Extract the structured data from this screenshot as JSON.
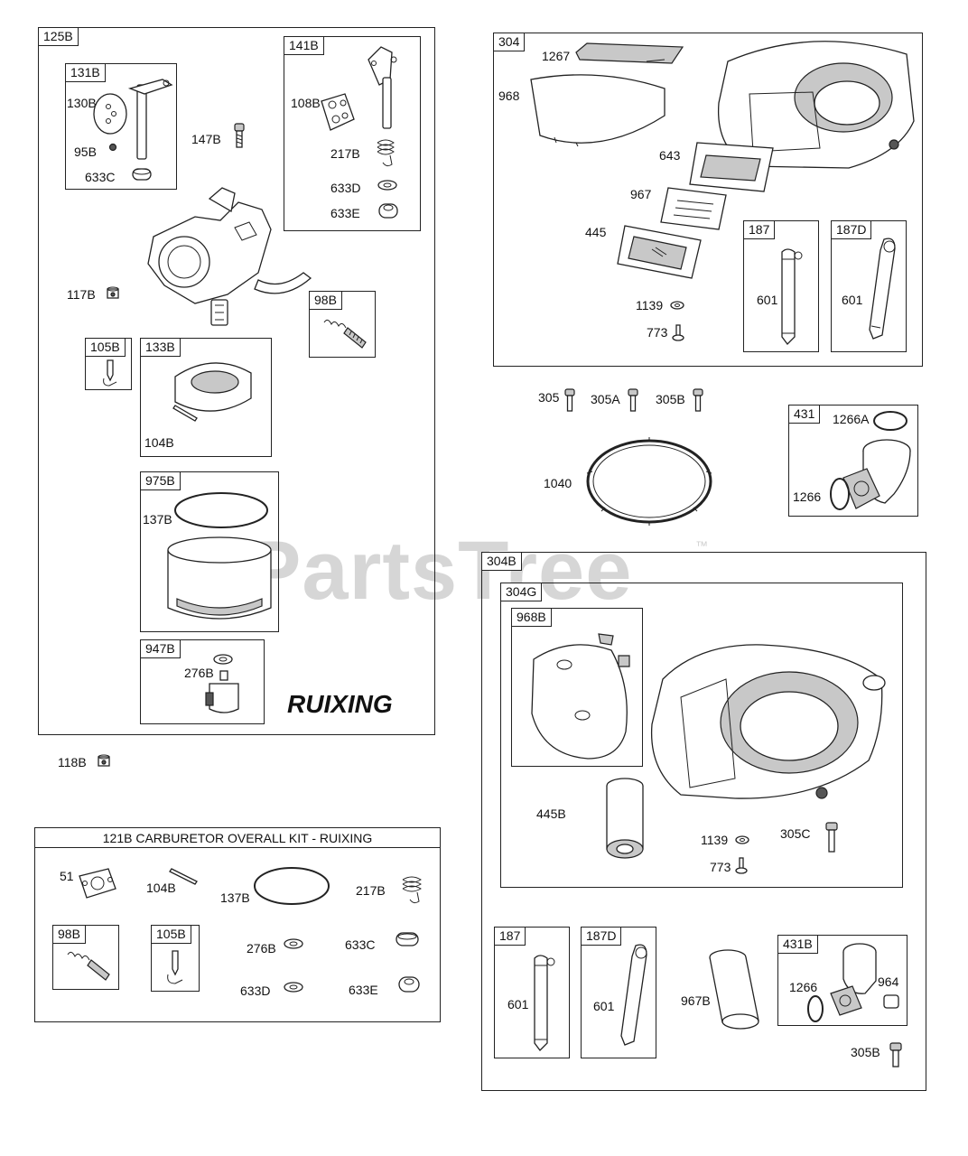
{
  "watermark": {
    "text": "PartsTree",
    "tm": "™"
  },
  "brand": "RUIXING",
  "boxes": {
    "b125B": "125B",
    "b131B": "131B",
    "b141B": "141B",
    "b98B": "98B",
    "b105B": "105B",
    "b133B": "133B",
    "b975B": "975B",
    "b947B": "947B",
    "b304": "304",
    "b187": "187",
    "b187D": "187D",
    "b431": "431",
    "b304B": "304B",
    "b304G": "304G",
    "b968B": "968B",
    "b187b": "187",
    "b187Db": "187D",
    "b431B": "431B",
    "kit98B": "98B",
    "kit105B": "105B"
  },
  "kit_title": "121B CARBURETOR OVERALL KIT - RUIXING",
  "labels": {
    "l130B": "130B",
    "l95B": "95B",
    "l633C": "633C",
    "l147B": "147B",
    "l108B": "108B",
    "l217B": "217B",
    "l633D": "633D",
    "l633E": "633E",
    "l117B": "117B",
    "l104B": "104B",
    "l137B": "137B",
    "l276B": "276B",
    "l118B": "118B",
    "l1267": "1267",
    "l968": "968",
    "l643": "643",
    "l967": "967",
    "l445": "445",
    "l1139": "1139",
    "l773": "773",
    "l601a": "601",
    "l601b": "601",
    "l305": "305",
    "l305A": "305A",
    "l305B": "305B",
    "l1040": "1040",
    "l1266A": "1266A",
    "l1266": "1266",
    "l445B": "445B",
    "l1139b": "1139",
    "l305C": "305C",
    "l773b": "773",
    "l601c": "601",
    "l601d": "601",
    "l967B": "967B",
    "l1266b": "1266",
    "l964": "964",
    "l305Bb": "305B",
    "k51": "51",
    "k104B": "104B",
    "k137B": "137B",
    "k217B": "217B",
    "k276B": "276B",
    "k633C": "633C",
    "k633D": "633D",
    "k633E": "633E"
  }
}
